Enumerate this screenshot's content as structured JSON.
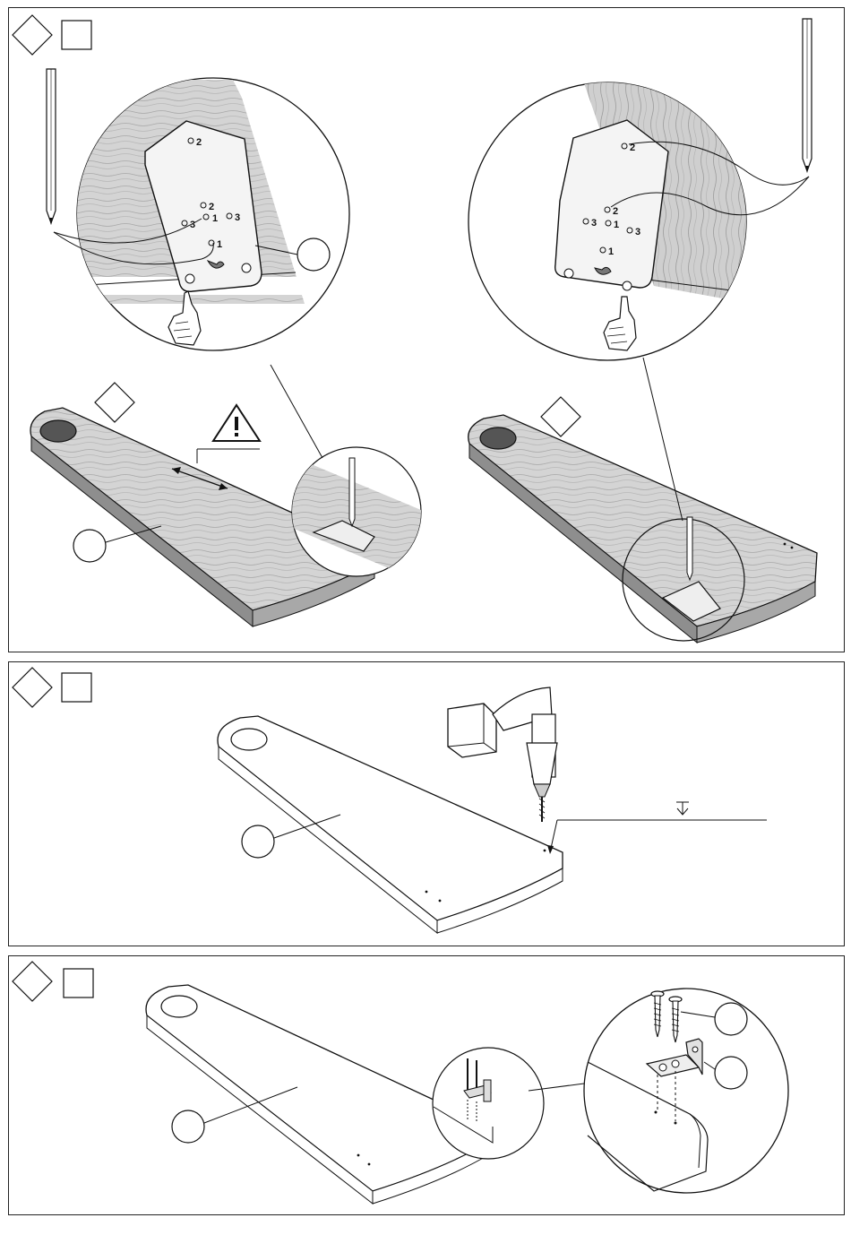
{
  "panels": [
    {
      "step_marker": "step-diamond",
      "labels": {
        "hole_2_top": "2",
        "hole_2_mid": "2",
        "hole_1_mid": "1",
        "hole_3_left": "3",
        "hole_3_right": "3",
        "hole_1_low": "1"
      },
      "icons": [
        "pencil-icon",
        "pointing-hand-icon",
        "warning-triangle-icon",
        "grain-direction-arrow-icon",
        "drilling-template-icon"
      ]
    },
    {
      "step_marker": "step-diamond",
      "icons": [
        "drill-icon",
        "drill-depth-symbol-icon"
      ]
    },
    {
      "step_marker": "step-diamond",
      "icons": [
        "screw-icon",
        "angle-bracket-icon"
      ]
    }
  ],
  "colors": {
    "line": "#111111",
    "wood": "#d8d8d8",
    "wood_dark": "#9a9a9a",
    "background": "#ffffff"
  }
}
